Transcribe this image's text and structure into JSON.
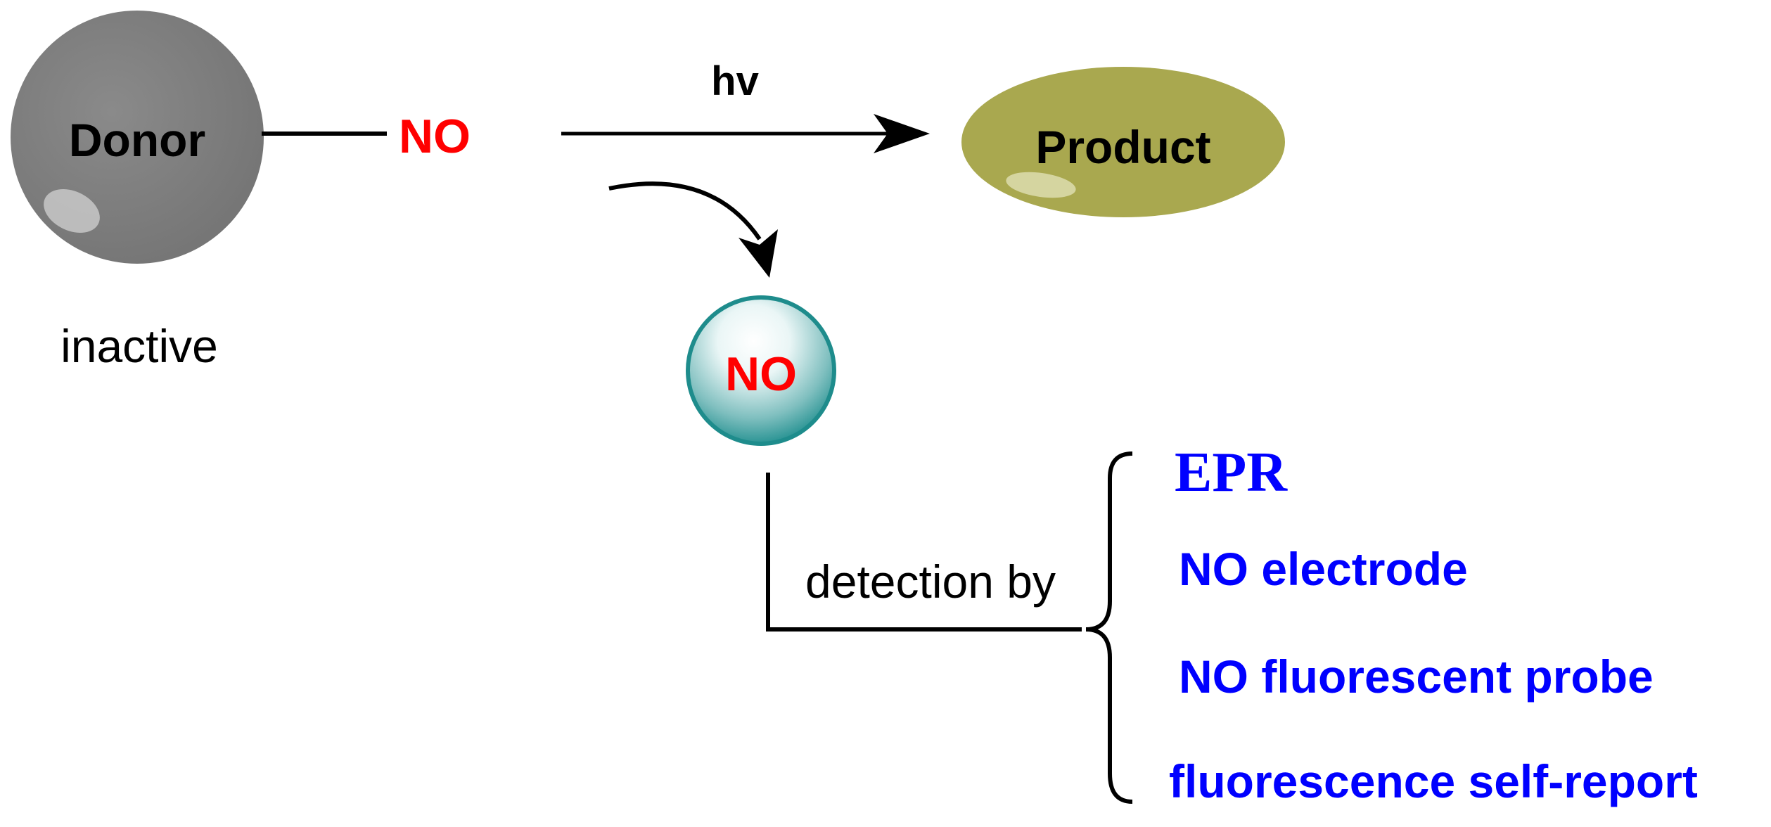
{
  "nodes": {
    "donor": {
      "label": "Donor",
      "caption": "inactive",
      "color": "#7f7f7f"
    },
    "no_bound": {
      "label": "NO",
      "color": "#ff0000"
    },
    "product": {
      "label": "Product",
      "color": "#a9a84f"
    },
    "no_released": {
      "label": "NO",
      "color": "#ff0000",
      "sphere_color": "#1e8c8c"
    }
  },
  "reaction": {
    "trigger_label": "hv"
  },
  "detection": {
    "label": "detection by",
    "methods": [
      "EPR",
      "NO electrode",
      "NO fluorescent probe",
      "fluorescence self-report"
    ],
    "method_color": "#0000ff"
  }
}
